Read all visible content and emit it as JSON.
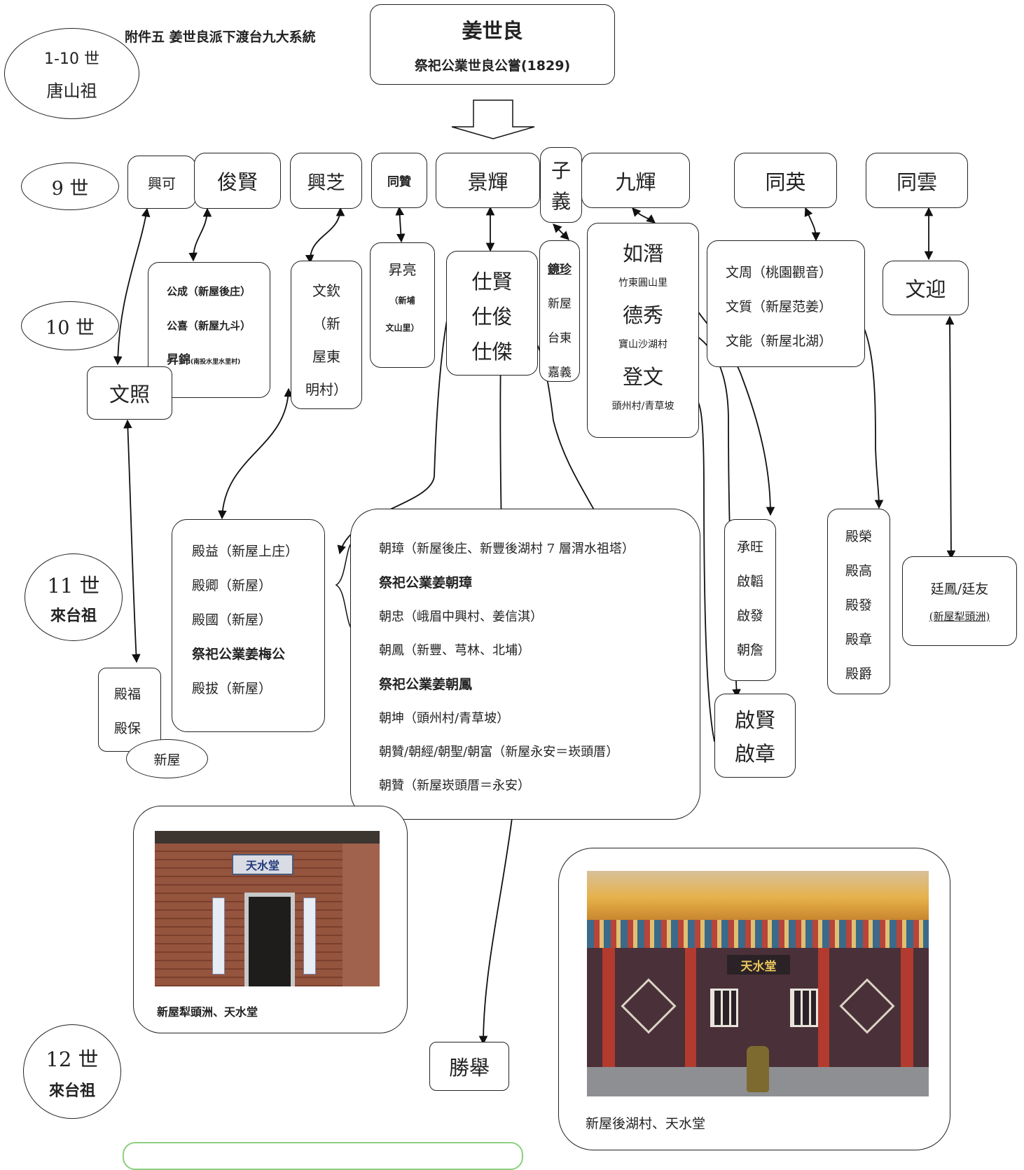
{
  "header": {
    "title": "附件五  姜世良派下渡台九大系統",
    "ancestor_name": "姜世良",
    "ancestor_sub": "祭祀公業世良公嘗(1829)"
  },
  "generations": {
    "g1": {
      "line1": "1-10 世",
      "line2": "唐山祖"
    },
    "g9": {
      "line1": "9 世"
    },
    "g10": {
      "line1": "10 世"
    },
    "g11": {
      "line1": "11 世",
      "line2": "來台祖"
    },
    "g12": {
      "line1": "12 世",
      "line2": "來台祖"
    }
  },
  "gen9": {
    "xingke": "興可",
    "junxian": "俊賢",
    "xingzhi": "興芝",
    "tongzan": "同贊",
    "jinghui": "景輝",
    "ziyi": [
      "子",
      "義"
    ],
    "jiuhui": "九輝",
    "tongying": "同英",
    "tongyun": "同雲"
  },
  "gen10": {
    "gongcheng": [
      "公成（新屋後庄）",
      "公喜（新屋九斗）",
      "昇錦",
      "(南投水里水里村)"
    ],
    "wenqin": [
      "文欽",
      "（新",
      "屋東",
      "明村）"
    ],
    "shengliang": [
      "昇亮",
      "（新埔",
      "文山里）"
    ],
    "shixian": [
      "仕賢",
      "仕俊",
      "仕傑"
    ],
    "jingzhen": [
      "鏡珍",
      "新屋",
      "台東",
      "嘉義"
    ],
    "ruqian": [
      "如潛",
      "竹東圓山里",
      "德秀",
      "寶山沙湖村",
      "登文",
      "頭州村/青草坡"
    ],
    "wenzhou": [
      "文周（桃園觀音）",
      "文質（新屋范姜）",
      "文能（新屋北湖）"
    ],
    "wenying": "文迎",
    "wenzhao": "文照"
  },
  "gen11": {
    "dianyi": [
      "殿益（新屋上庄）",
      "殿卿（新屋）",
      "殿國（新屋）",
      "祭祀公業姜梅公",
      "殿拔（新屋）"
    ],
    "chaozhang": [
      "朝璋（新屋後庄、新豐後湖村 7 層渭水祖塔）",
      "祭祀公業姜朝璋",
      "朝忠（峨眉中興村、姜信淇）",
      "朝鳳（新豐、芎林、北埔）",
      "祭祀公業姜朝鳳",
      "朝坤（頭州村/青草坡）",
      "朝贊/朝經/朝聖/朝富（新屋永安＝崁頭厝）",
      "朝贊（新屋崁頭厝＝永安）"
    ],
    "chengwang": [
      "承旺",
      "啟韜",
      "啟發",
      "朝詹"
    ],
    "dianrong": [
      "殿榮",
      "殿高",
      "殿發",
      "殿章",
      "殿爵"
    ],
    "tingfeng": [
      "廷鳳/廷友",
      "(新屋犁頭洲)"
    ],
    "dianfu": [
      "殿福",
      "殿保"
    ],
    "xinwu": "新屋",
    "qixian": [
      "啟賢",
      "啟章"
    ]
  },
  "gen12": {
    "shengju": "勝舉"
  },
  "photos": {
    "left_caption": "新屋犁頭洲、天水堂",
    "right_caption": "新屋後湖村、天水堂",
    "plaque": "天水堂"
  }
}
